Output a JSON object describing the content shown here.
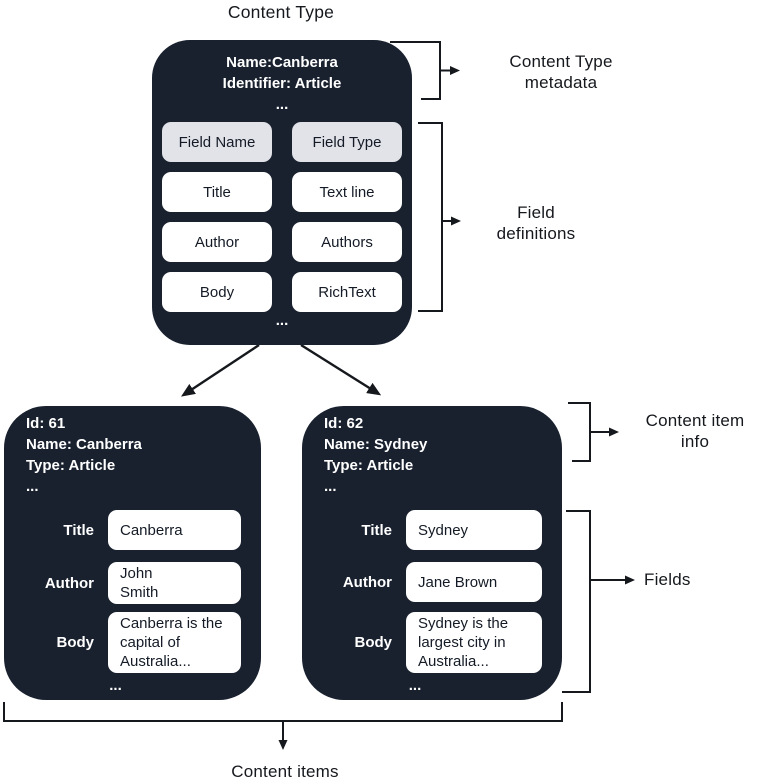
{
  "title": "Content Type",
  "colors": {
    "box_background": "#19212f",
    "header_cell_background": "#e2e2e9",
    "cell_background": "#ffffff",
    "connector": "#15181d"
  },
  "content_type_box": {
    "meta": [
      "Name:Canberra",
      "Identifier: Article",
      "..."
    ],
    "columns": [
      "Field Name",
      "Field Type"
    ],
    "fields": [
      {
        "name": "Title",
        "type": "Text line"
      },
      {
        "name": "Author",
        "type": "Authors"
      },
      {
        "name": "Body",
        "type": "RichText"
      }
    ],
    "more": "..."
  },
  "annotations": {
    "content_type_metadata": "Content Type metadata",
    "field_definitions": "Field definitions",
    "content_item_info": "Content item info",
    "fields": "Fields",
    "content_items": "Content items"
  },
  "items": [
    {
      "meta": [
        "Id: 61",
        "Name: Canberra",
        "Type: Article",
        "..."
      ],
      "fields": [
        {
          "label": "Title",
          "value": "Canberra"
        },
        {
          "label": "Author",
          "value": "John\nSmith"
        },
        {
          "label": "Body",
          "value": "Canberra is the\ncapital of\nAustralia..."
        }
      ],
      "more": "..."
    },
    {
      "meta": [
        "Id: 62",
        "Name: Sydney",
        "Type: Article",
        "..."
      ],
      "fields": [
        {
          "label": "Title",
          "value": "Sydney"
        },
        {
          "label": "Author",
          "value": "Jane Brown"
        },
        {
          "label": "Body",
          "value": "Sydney is the\nlargest city in\nAustralia..."
        }
      ],
      "more": "..."
    }
  ]
}
